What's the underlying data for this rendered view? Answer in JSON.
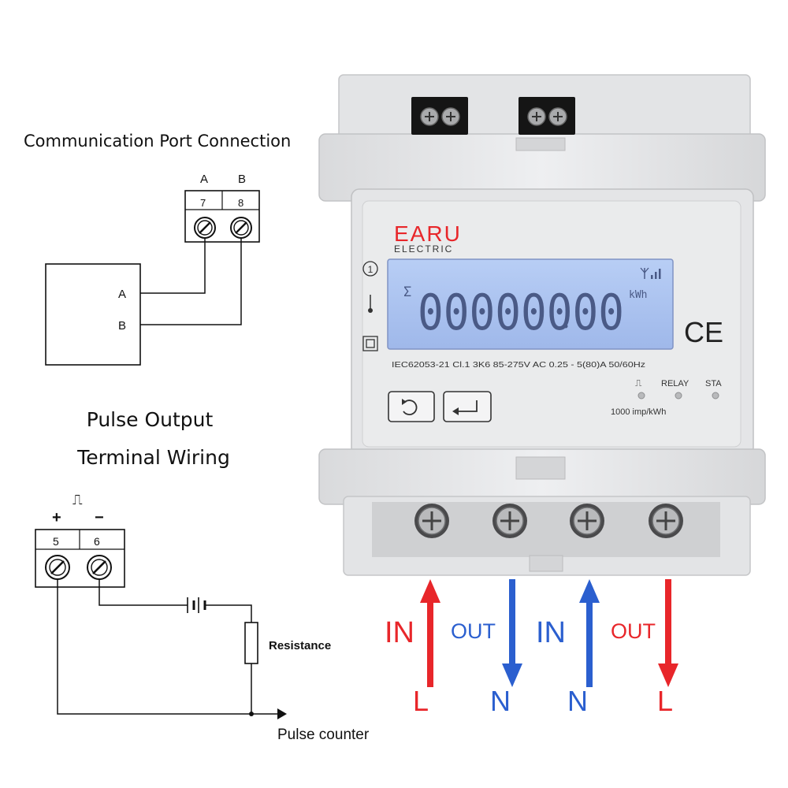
{
  "comm": {
    "title": "Communication Port Connection",
    "terminal_letters": [
      "A",
      "B"
    ],
    "terminal_numbers": [
      "7",
      "8"
    ],
    "box_labels": [
      "A",
      "B"
    ]
  },
  "pulse": {
    "title_line1": "Pulse Output",
    "title_line2": "Terminal Wiring",
    "symbol": "⎍",
    "polarity": [
      "+",
      "−"
    ],
    "terminal_numbers": [
      "5",
      "6"
    ],
    "resistance_label": "Resistance",
    "counter_label": "Pulse counter"
  },
  "meter": {
    "brand": "EARU",
    "brand_sub": "ELECTRIC",
    "display_sigma": "Σ",
    "display_value": "00000000",
    "display_unit": "kWh",
    "spec_line": "IEC62053-21 Cl.1  3K6  85-275V AC  0.25 - 5(80)A  50/60Hz",
    "pulse_rate": "1000 imp/kWh",
    "led_labels": [
      "⎍",
      "RELAY",
      "STA"
    ],
    "ce_mark": "CE",
    "left_symbols": [
      "1",
      "thermometer",
      "double-square"
    ]
  },
  "wiring": {
    "arrows": [
      {
        "direction_label": "IN",
        "line_label": "L",
        "color": "#e8262a",
        "dir": "up"
      },
      {
        "direction_label": "OUT",
        "line_label": "N",
        "color": "#2b5fcf",
        "dir": "down"
      },
      {
        "direction_label": "IN",
        "line_label": "N",
        "color": "#2b5fcf",
        "dir": "up"
      },
      {
        "direction_label": "OUT",
        "line_label": "L",
        "color": "#e8262a",
        "dir": "down"
      }
    ]
  },
  "colors": {
    "red": "#e8262a",
    "blue": "#2b5fcf",
    "lcd": "#a7c0ee",
    "housing": "#e6e7e9"
  }
}
